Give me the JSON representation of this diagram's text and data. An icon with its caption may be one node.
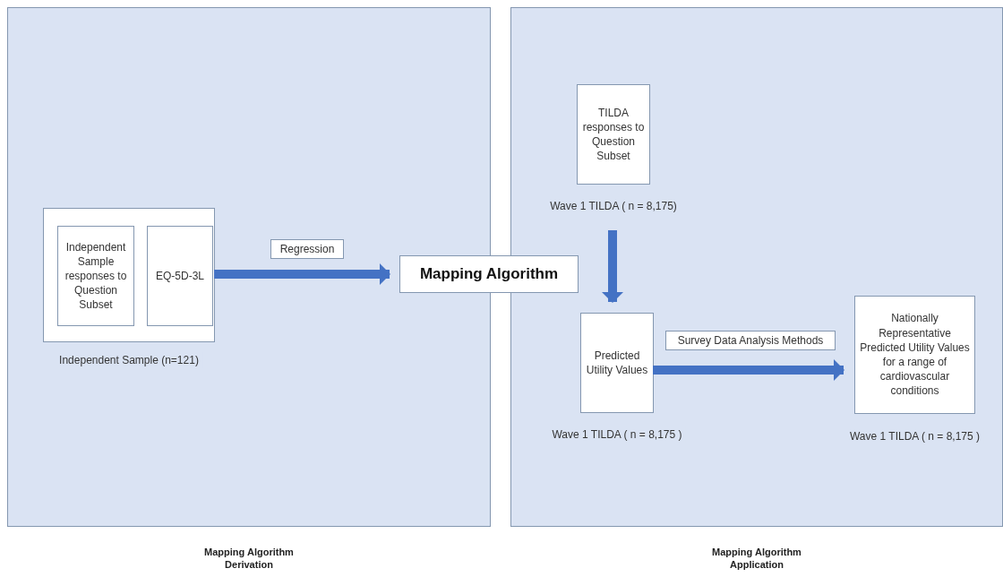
{
  "diagram": {
    "nodes": [
      {
        "text": [
          "Mapping Algorithm Derivation"
        ]
      },
      {
        "text": [
          "Mapping Algorithm Application"
        ]
      },
      {
        "text": [],
        "shape": "box",
        "in": 0,
        "beside": [
          "Independent Sample (n=121)"
        ]
      },
      {
        "text": [
          "Independent Sample responses to Question Subset"
        ],
        "in": 2
      },
      {
        "text": [
          "EQ-5D-3L"
        ],
        "in": 2
      },
      {
        "text": [
          "Mapping Algorithm"
        ]
      },
      {
        "text": [
          "TILDA responses to Question Subset",
          "Wave 1 TILDA ( n = 8,175)"
        ],
        "in": 1
      },
      {
        "text": [
          "Predicted Utility Values",
          "Wave 1 TILDA ( n = 8,175 )"
        ],
        "in": 1
      },
      {
        "text": [
          "Nationally Representative Predicted Utility Values for a range of cardiovascular conditions",
          "Wave 1 TILDA ( n = 8,175 )"
        ],
        "in": 1
      }
    ],
    "edges": [
      {
        "from": 2,
        "to": 5,
        "arrow": "to",
        "label": "Regression"
      },
      {
        "from": 6,
        "to": 7,
        "arrow": "to"
      },
      {
        "from": 7,
        "to": 8,
        "arrow": "to",
        "label": "Survey Data Analysis Methods"
      }
    ]
  }
}
